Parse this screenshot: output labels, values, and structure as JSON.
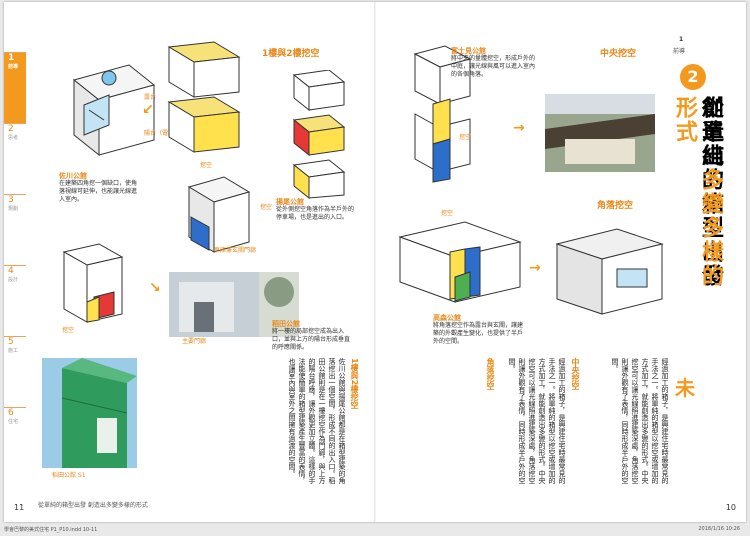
{
  "left_page": {
    "ruler": [
      {
        "num": "1",
        "label": "前導",
        "active": true
      },
      {
        "num": "2",
        "label": "思考",
        "active": false
      },
      {
        "num": "3",
        "label": "規劃",
        "active": false
      },
      {
        "num": "4",
        "label": "設計",
        "active": false
      },
      {
        "num": "5",
        "label": "施工",
        "active": false
      },
      {
        "num": "6",
        "label": "住宅",
        "active": false
      }
    ],
    "section_header": "1樓與2樓挖空",
    "callouts": {
      "saga": {
        "title": "佐川公館",
        "text": "在建築四角挖一個缺口，使角落視線可延伸，也能讓光線進入室內。"
      },
      "yokoso": {
        "title": "揚尾公館",
        "text": "從外側挖空角落作為半戶外的停車場，也是進出的入口。"
      },
      "shinagawa": {
        "title": "稻田公館",
        "text": "將一樓的局部挖空成為出入口，並與上方的陽台形成垂直的呼應關係。"
      }
    },
    "labels": {
      "terrace": "露台",
      "balcony": "陽台（電梯）",
      "void": "挖空",
      "entrance_car": "車庫兼玄關門廊",
      "entrance": "主要門廊",
      "void2": "挖空"
    },
    "photo_caption": "稻田公館 S1",
    "body": "佐川公館與揚尾公館都是在箱型建築的角落挖出一個空間，形成不同的出入口。稻田公館則是在一樓挖空作為門廊，與上方的陽台呼應，讓外觀更加立體。這樣的手法能使簡單的箱型建築產生豐富的表情，也讓室內與室外之間擁有過渡的空間。",
    "subhead": "1樓與2樓挖空",
    "folio": "11",
    "running_foot": "從單純的箱型出發 創造出多變多樣的形式"
  },
  "right_page": {
    "badge": "2",
    "section_tag": "1",
    "section_tag_label": "前導",
    "title_line1": "從單純的箱型出發",
    "title_line2_prefix": "創造出",
    "title_line2_accent": "多變多樣的形式",
    "header_center": "中央挖空",
    "header_corner": "角落挖空",
    "callouts": {
      "fujimi": {
        "title": "富士見公館",
        "text": "將中央的量體挖空，形成戶外的中庭，讓光線與風可以進入室內的各個角落。"
      },
      "takao": {
        "title": "高森公館",
        "text": "將角落挖空作為露台與玄關，讓建築的外觀產生變化，也提供了半戶外的空間。"
      }
    },
    "labels": {
      "void": "挖空",
      "void2": "挖空"
    },
    "kanji": "未",
    "body": "經過加工的箱子，是興建住宅時最常見的手法之一。將單純的箱型以挖空或增加的方式加工，就能創造出多變的形式。中央挖空可以讓光線照進建築深處，角落挖空則讓外觀有了表情，同時形成半戶外的空間。",
    "subhead_center": "中央挖空",
    "subhead_corner": "角落挖空",
    "folio": "10"
  },
  "print_meta_left": "學會巴黎的美式住宅 P1_P10.indd 10-11",
  "print_meta_right": "2018/1/16 10:26"
}
